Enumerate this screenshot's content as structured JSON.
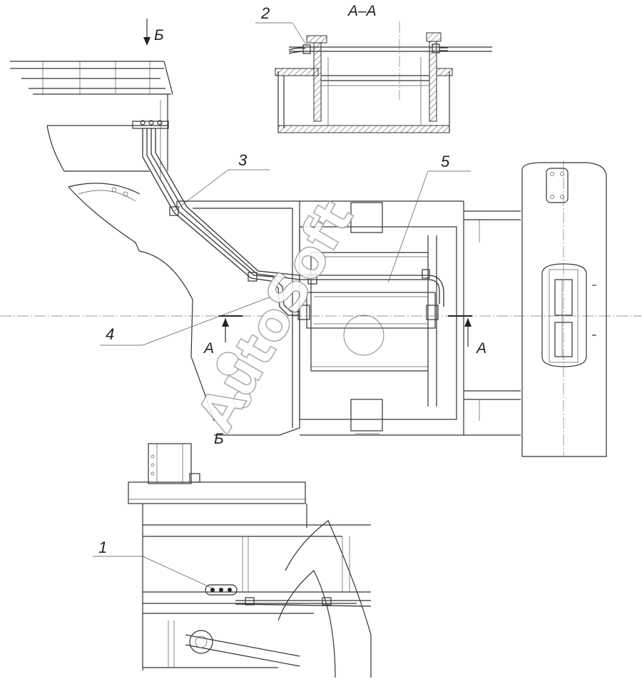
{
  "section_view": {
    "title": "А–А"
  },
  "view_arrows": {
    "view_b_top": "Б",
    "view_b_bottom": "Б",
    "section_a_left": "А",
    "section_a_right": "А"
  },
  "callouts": [
    {
      "id": "1",
      "label": "1"
    },
    {
      "id": "2",
      "label": "2"
    },
    {
      "id": "3",
      "label": "3"
    },
    {
      "id": "4",
      "label": "4"
    },
    {
      "id": "5",
      "label": "5"
    }
  ],
  "watermark": "AutoSoft",
  "colors": {
    "line": "#333333",
    "background": "#ffffff",
    "watermark_outline": "#a0a0a0"
  }
}
